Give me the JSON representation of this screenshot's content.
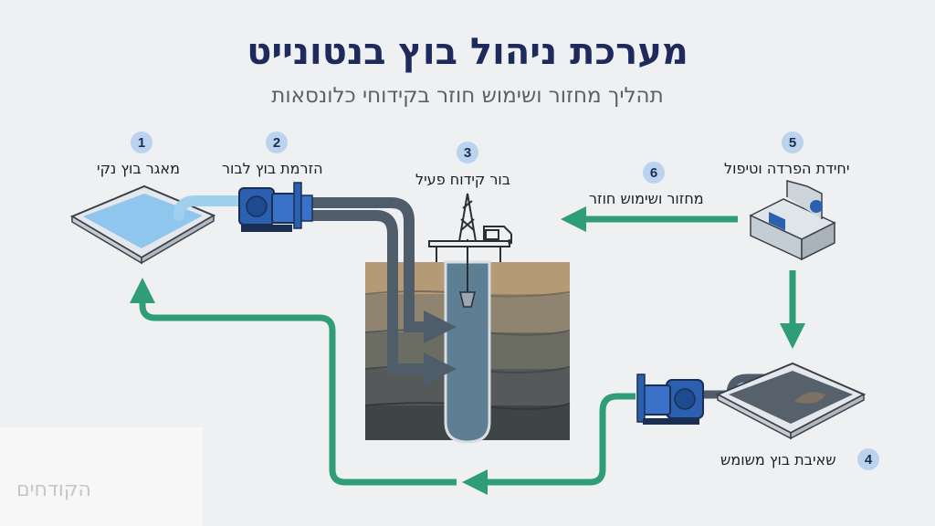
{
  "header": {
    "title": "מערכת ניהול בוץ בנטונייט",
    "subtitle": "תהליך מחזור ושימוש חוזר בקידוחי כלונסאות"
  },
  "steps": [
    {
      "number": "1",
      "label": "מאגר בוץ נקי"
    },
    {
      "number": "2",
      "label": "הזרמת בוץ לבור"
    },
    {
      "number": "3",
      "label": "בור קידוח פעיל"
    },
    {
      "number": "4",
      "label": "שאיבת בוץ משומש"
    },
    {
      "number": "5",
      "label": "יחידת הפרדה וטיפול"
    },
    {
      "number": "6",
      "label": "מחזור ושימוש חוזר"
    }
  ],
  "logo": {
    "text": "הקודחים",
    "icon": "hardhat-goggles-icon"
  },
  "colors": {
    "title": "#1f2a5c",
    "flow_arrow": "#2f9e77",
    "pump": "#2b5fb0",
    "pipe": "#4f5d6b",
    "step_badge": "#bcd3f0"
  }
}
